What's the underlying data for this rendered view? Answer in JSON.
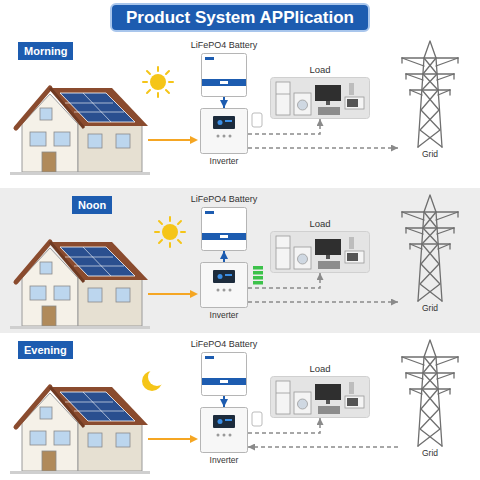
{
  "diagram": {
    "title": "Product System APPlication",
    "nodes": [
      {
        "text": [
          "Morning"
        ]
      },
      {
        "text": [
          "LiFePO4 Battery"
        ],
        "in": 0
      },
      {
        "text": [
          "Inverter"
        ],
        "in": 0
      },
      {
        "text": [
          "Load"
        ],
        "in": 0
      },
      {
        "text": [
          "Grid"
        ],
        "in": 0
      },
      {
        "text": [
          "Noon"
        ]
      },
      {
        "text": [
          "LiFePO4 Battery"
        ],
        "in": 5
      },
      {
        "text": [
          "Inverter"
        ],
        "in": 5
      },
      {
        "text": [
          "Load"
        ],
        "in": 5
      },
      {
        "text": [
          "Grid"
        ],
        "in": 5
      },
      {
        "text": [
          "Evening"
        ]
      },
      {
        "text": [
          "LiFePO4 Battery"
        ],
        "in": 10
      },
      {
        "text": [
          "Inverter"
        ],
        "in": 10
      },
      {
        "text": [
          "Load"
        ],
        "in": 10
      },
      {
        "text": [
          "Grid"
        ],
        "in": 10
      }
    ],
    "edges": [
      {
        "from": 1,
        "to": 2,
        "arrow": "to"
      },
      {
        "from": 2,
        "to": 3,
        "arrow": "to"
      },
      {
        "from": 2,
        "to": 4,
        "arrow": "to"
      },
      {
        "from": 7,
        "to": 6,
        "arrow": "to"
      },
      {
        "from": 7,
        "to": 8,
        "arrow": "to"
      },
      {
        "from": 7,
        "to": 9,
        "arrow": "to"
      },
      {
        "from": 11,
        "to": 12,
        "arrow": "to"
      },
      {
        "from": 12,
        "to": 13,
        "arrow": "to"
      },
      {
        "from": 14,
        "to": 12,
        "arrow": "to"
      }
    ]
  }
}
